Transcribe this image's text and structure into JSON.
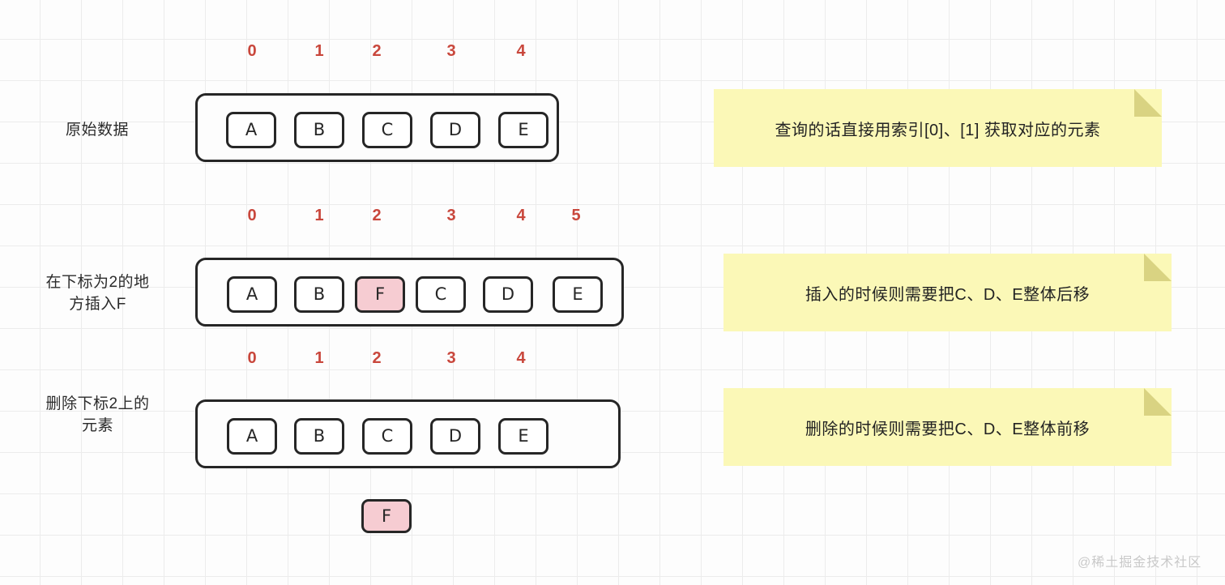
{
  "diagram": {
    "title_watermark": "@稀土掘金技术社区",
    "accent_index_color": "#c9473c",
    "cell_border_color": "#262626",
    "highlight_color": "#f6ccd2",
    "note_color": "#fbf8b7",
    "note_fold_color": "#d9d382"
  },
  "rows": [
    {
      "label": "原始数据",
      "indices": [
        "0",
        "1",
        "2",
        "3",
        "4"
      ],
      "cells": [
        {
          "text": "A",
          "highlight": false
        },
        {
          "text": "B",
          "highlight": false
        },
        {
          "text": "C",
          "highlight": false
        },
        {
          "text": "D",
          "highlight": false
        },
        {
          "text": "E",
          "highlight": false
        }
      ],
      "note": "查询的话直接用索引[0]、[1] 获取对应的元素"
    },
    {
      "label_line1": "在下标为2的地",
      "label_line2": "方插入F",
      "indices": [
        "0",
        "1",
        "2",
        "3",
        "4",
        "5"
      ],
      "cells": [
        {
          "text": "A",
          "highlight": false
        },
        {
          "text": "B",
          "highlight": false
        },
        {
          "text": "F",
          "highlight": true
        },
        {
          "text": "C",
          "highlight": false
        },
        {
          "text": "D",
          "highlight": false
        },
        {
          "text": "E",
          "highlight": false
        }
      ],
      "note": "插入的时候则需要把C、D、E整体后移"
    },
    {
      "label_line1": "删除下标2上的",
      "label_line2": "元素",
      "indices": [
        "0",
        "1",
        "2",
        "3",
        "4"
      ],
      "cells": [
        {
          "text": "A",
          "highlight": false
        },
        {
          "text": "B",
          "highlight": false
        },
        {
          "text": "C",
          "highlight": false
        },
        {
          "text": "D",
          "highlight": false
        },
        {
          "text": "E",
          "highlight": false
        }
      ],
      "note": "删除的时候则需要把C、D、E整体前移",
      "removed_cell": {
        "text": "F",
        "highlight": true
      }
    }
  ]
}
